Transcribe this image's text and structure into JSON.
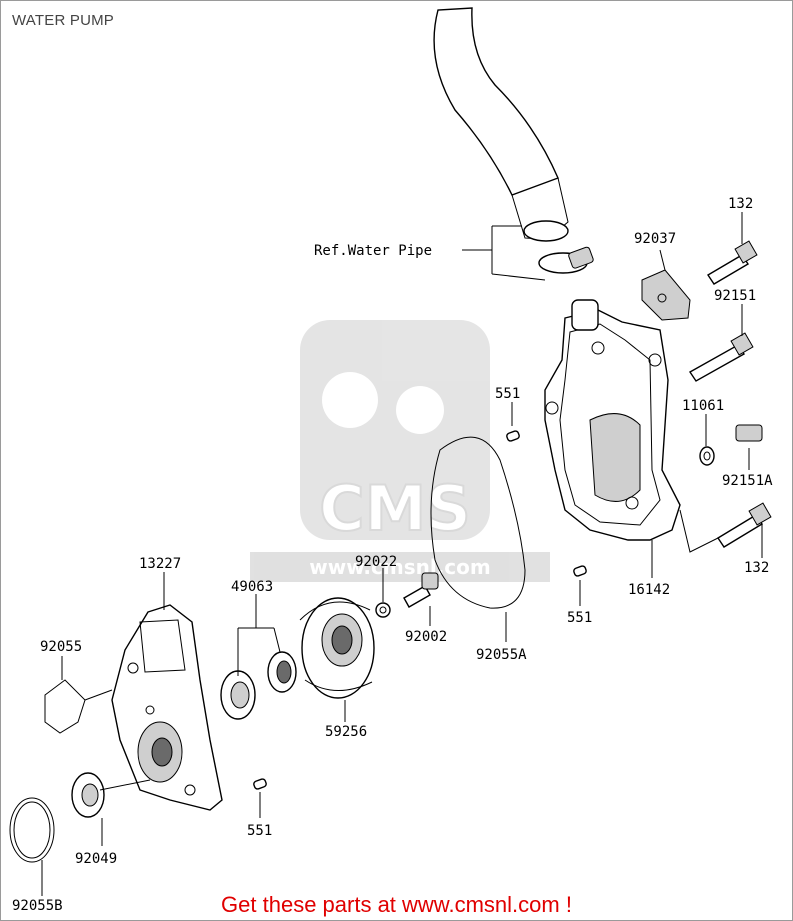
{
  "page": {
    "title": "WATER PUMP"
  },
  "watermark": {
    "text": "CMS",
    "url": "www.cmsnl.com"
  },
  "labels": {
    "ref_water_pipe": "Ref.Water Pipe",
    "p92037": "92037",
    "p132_top": "132",
    "p92151": "92151",
    "p551_upper": "551",
    "p11061": "11061",
    "p92151a": "92151A",
    "p132_lower": "132",
    "p16142": "16142",
    "p551_mid": "551",
    "p92055a": "92055A",
    "p92002": "92002",
    "p92022": "92022",
    "p13227": "13227",
    "p49063": "49063",
    "p92055": "92055",
    "p59256": "59256",
    "p551_lower": "551",
    "p92049": "92049",
    "p92055b": "92055B"
  },
  "footer": {
    "link_text": "Get these parts at www.cmsnl.com !"
  }
}
